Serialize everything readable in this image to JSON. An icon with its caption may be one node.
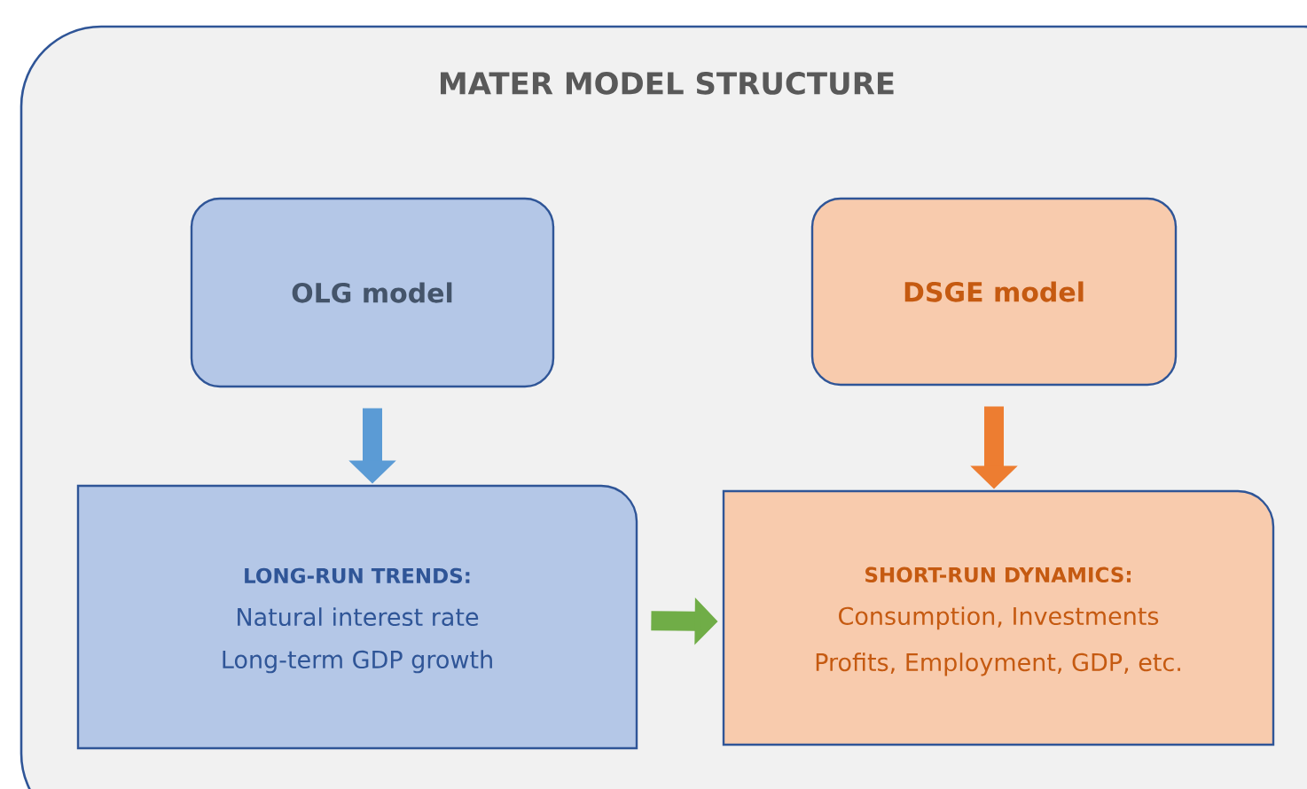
{
  "diagram": {
    "nodes": [
      {
        "text": [
          "MATER MODEL STRUCTURE"
        ]
      },
      {
        "text": [
          "OLG model"
        ],
        "in": 0
      },
      {
        "text": [
          "DSGE model"
        ],
        "in": 0
      },
      {
        "text": [
          "LONG-RUN TRENDS:",
          "Natural interest rate",
          "Long-term GDP growth"
        ],
        "in": 0
      },
      {
        "text": [
          "SHORT-RUN DYNAMICS:",
          "Consumption, Investments",
          "Profits, Employment, GDP, etc."
        ],
        "in": 0
      }
    ],
    "edges": [
      {
        "from": 1,
        "to": 3,
        "arrow": "to",
        "color": "#5b9bd5"
      },
      {
        "from": 2,
        "to": 4,
        "arrow": "to",
        "color": "#ed7d31"
      },
      {
        "from": 3,
        "to": 4,
        "arrow": "to",
        "color": "#70ad47"
      }
    ]
  }
}
